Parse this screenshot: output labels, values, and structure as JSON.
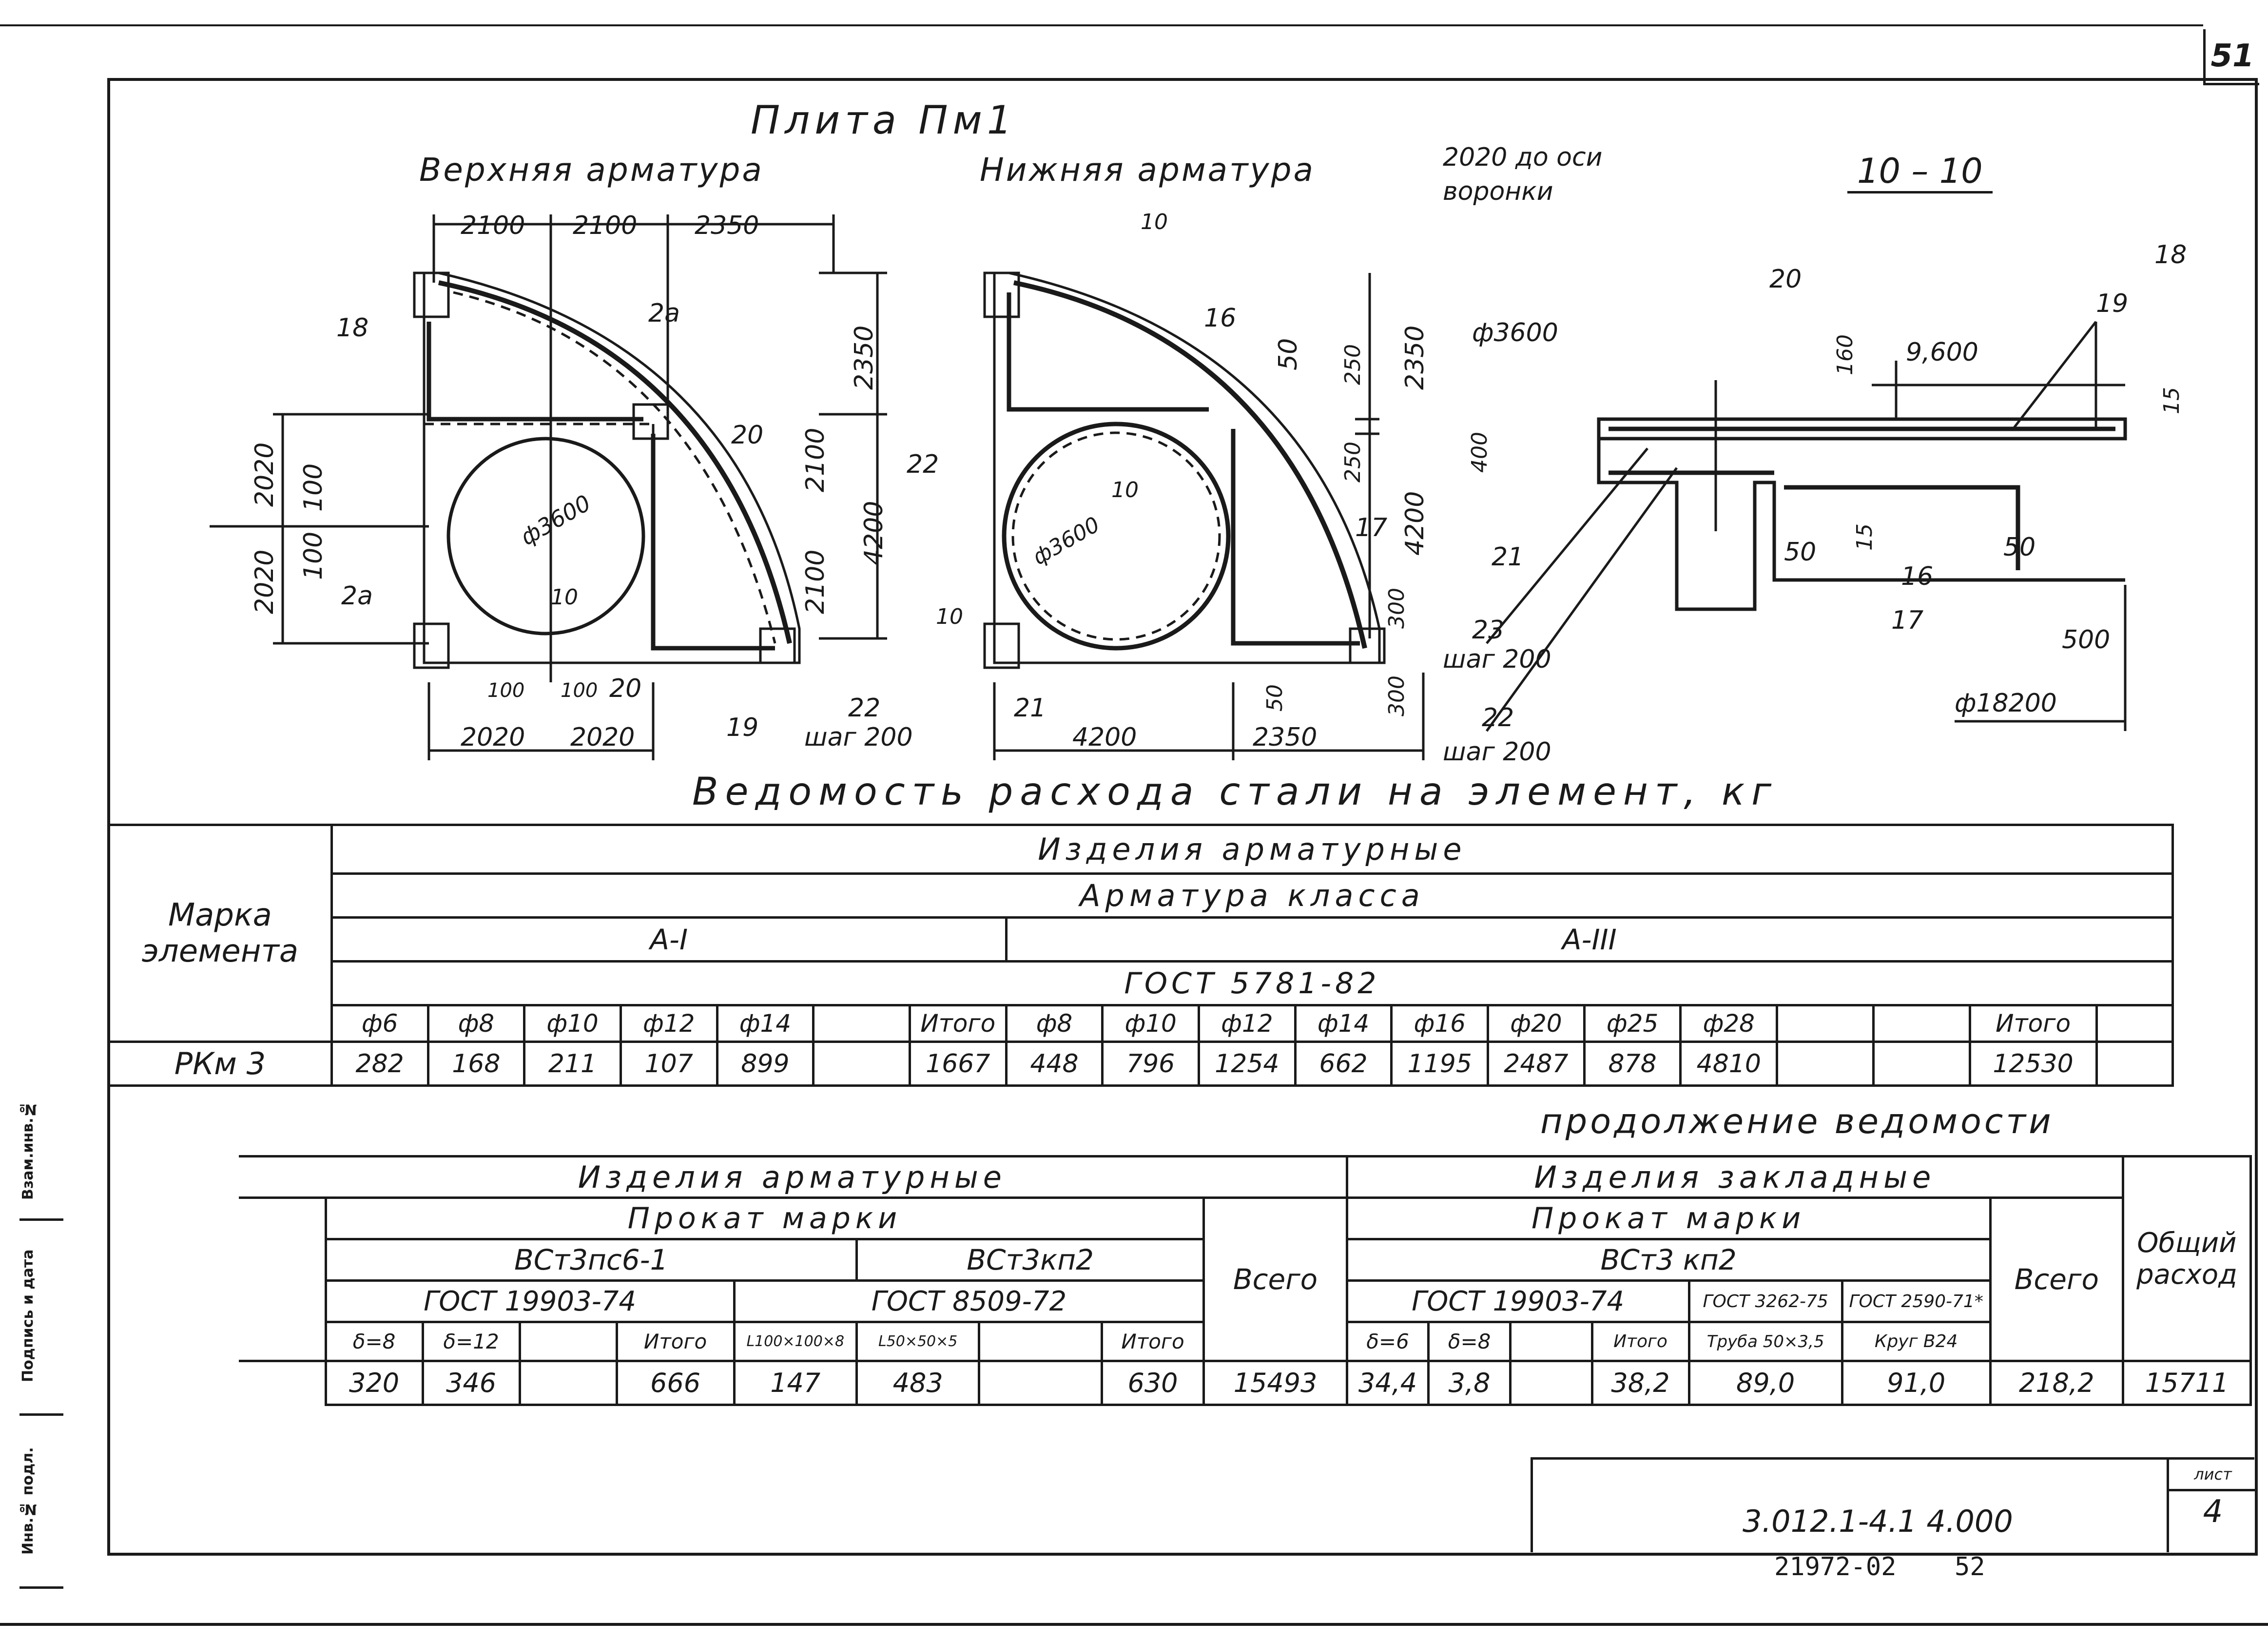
{
  "page_number": "51",
  "title": "Плита Пм1",
  "views": {
    "top": "Верхняя арматура",
    "bottom": "Нижняя арматура",
    "section": "10 – 10"
  },
  "dimensions_top": [
    "2100",
    "2100",
    "2350",
    "2350",
    "2100",
    "2100",
    "4200",
    "2020",
    "2020",
    "100",
    "100",
    "2020",
    "2020",
    "100",
    "100",
    "ф3600"
  ],
  "dimensions_bottom": [
    "50",
    "250",
    "250",
    "2350",
    "4200",
    "300",
    "300",
    "50",
    "4200",
    "2350",
    "ф3600"
  ],
  "section_labels": [
    "2020 до оси",
    "воронки",
    "ф3600",
    "20",
    "160",
    "9,600",
    "18",
    "19",
    "15",
    "400",
    "21",
    "50",
    "15",
    "16",
    "50",
    "17",
    "500",
    "23",
    "шаг 200",
    "22",
    "шаг 200",
    "ф18200"
  ],
  "callouts_top": [
    "18",
    "2а",
    "20",
    "2а",
    "20",
    "10",
    "19"
  ],
  "callouts_bottom": [
    "10",
    "16",
    "22",
    "10",
    "17",
    "22",
    "шаг 200",
    "21"
  ],
  "table_title": "Ведомость расхода стали на элемент, кг",
  "table1": {
    "row_header": "Марка элемента",
    "group": "Изделия арматурные",
    "subgroup": "Арматура класса",
    "class_a1": "А-I",
    "class_a3": "А-III",
    "gost": "ГОСТ 5781-82",
    "columns": [
      "ф6",
      "ф8",
      "ф10",
      "ф12",
      "ф14",
      "",
      "Итого",
      "ф8",
      "ф10",
      "ф12",
      "ф14",
      "ф16",
      "ф20",
      "ф25",
      "ф28",
      "",
      "",
      "Итого",
      ""
    ],
    "row": {
      "mark": "РКм 3",
      "values": [
        "282",
        "168",
        "211",
        "107",
        "899",
        "",
        "1667",
        "448",
        "796",
        "1254",
        "662",
        "1195",
        "2487",
        "878",
        "4810",
        "",
        "",
        "12530",
        ""
      ]
    }
  },
  "continuation_label": "продолжение ведомости",
  "table2": {
    "group_left": "Изделия арматурные",
    "group_right": "Изделия закладные",
    "rolled_left": "Прокат марки",
    "rolled_right": "Прокат марки",
    "grade1": "ВСт3пс6-1",
    "grade2": "ВСт3кп2",
    "grade3": "ВСт3 кп2",
    "gost1": "ГОСТ 19903-74",
    "gost2": "ГОСТ 8509-72",
    "gost3": "ГОСТ 19903-74",
    "gost4": "ГОСТ 3262-75",
    "gost5": "ГОСТ 2590-71*",
    "total_label": "Всего",
    "total_label2": "Всего",
    "overall_label": "Общий расход",
    "columns": [
      "δ=8",
      "δ=12",
      "",
      "Итого",
      "L100×100×8",
      "L50×50×5",
      "",
      "Итого",
      "δ=6",
      "δ=8",
      "",
      "Итого",
      "Труба 50×3,5",
      "Круг В24"
    ],
    "values": [
      "320",
      "346",
      "",
      "666",
      "147",
      "483",
      "",
      "630",
      "15493",
      "34,4",
      "3,8",
      "",
      "38,2",
      "89,0",
      "91,0",
      "218,2",
      "15711"
    ]
  },
  "stamp": {
    "code": "3.012.1-4.1 4.000",
    "sheet_label": "лист",
    "sheet": "4",
    "footer_left": "21972-02",
    "footer_right": "52"
  },
  "side_strip": [
    "Взам.инв.№",
    "Подпись и дата",
    "Инв.№ подл."
  ]
}
